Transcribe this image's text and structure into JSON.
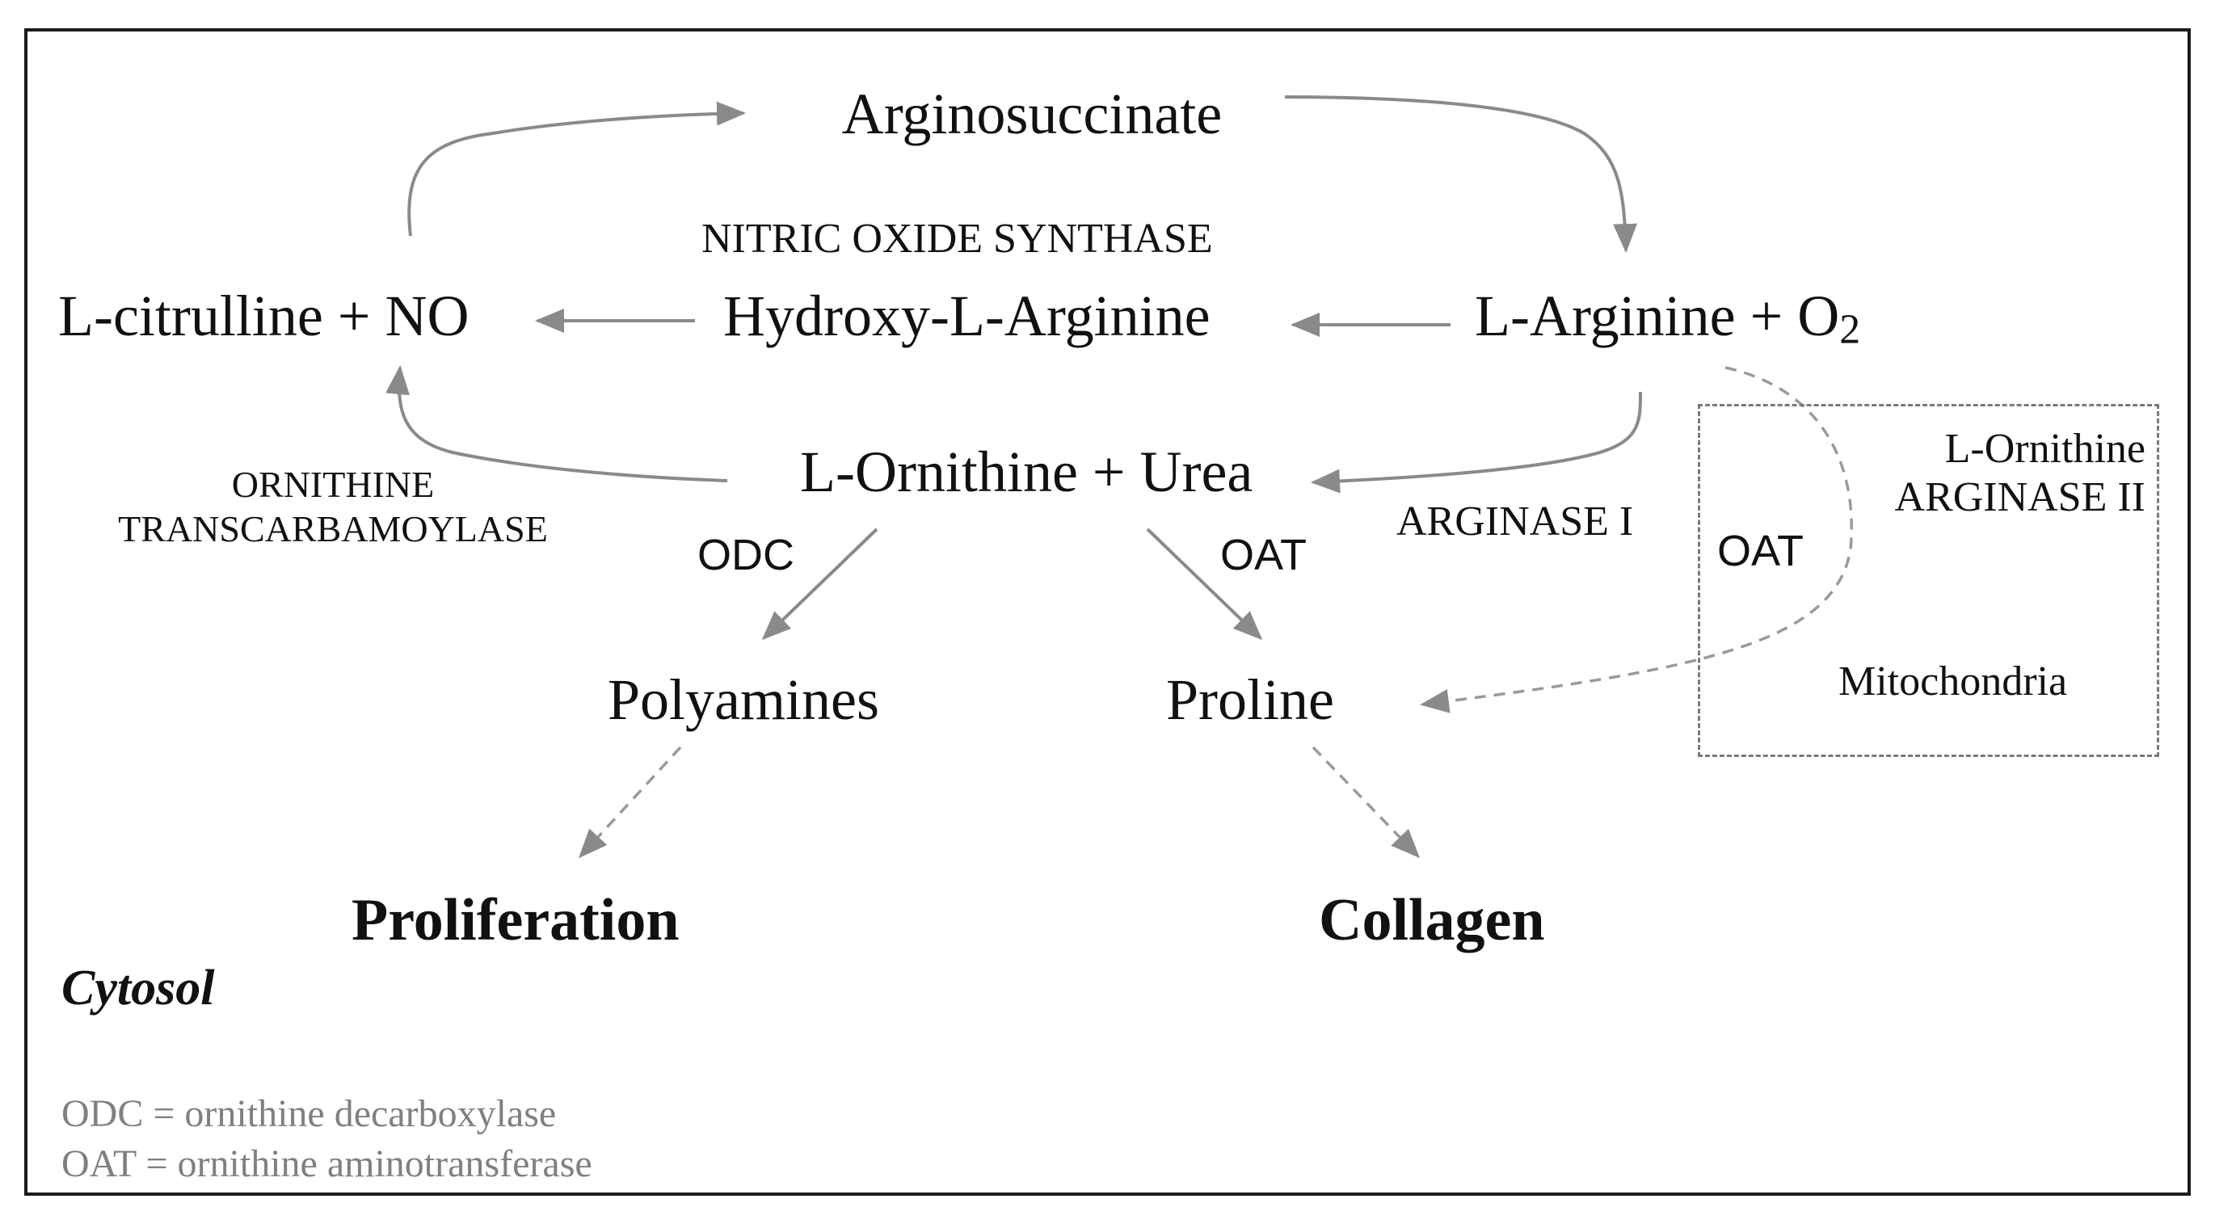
{
  "nodes": {
    "arginosuccinate": "Arginosuccinate",
    "citrulline_no": "L-citrulline + NO",
    "hydroxy_arginine": "Hydroxy-L-Arginine",
    "arginine": "L-Arginine + O",
    "arginine_sub": "2",
    "ornithine_urea": "L-Ornithine + Urea",
    "polyamines": "Polyamines",
    "proline": "Proline",
    "proliferation": "Proliferation",
    "collagen": "Collagen"
  },
  "enzymes": {
    "nos": "NITRIC OXIDE SYNTHASE",
    "otc_line1": "ORNITHINE",
    "otc_line2": "TRANSCARBAMOYLASE",
    "odc": "ODC",
    "oat_cytosol": "OAT",
    "arginase1": "ARGINASE I",
    "oat_mito": "OAT",
    "arginase2_line1": "L-Ornithine",
    "arginase2_line2": "ARGINASE II"
  },
  "compartments": {
    "mitochondria": "Mitochondria",
    "cytosol": "Cytosol"
  },
  "footnotes": {
    "odc": "ODC = ornithine decarboxylase",
    "oat": "OAT = ornithine aminotransferase"
  },
  "colors": {
    "arrow": "#8a8a8a",
    "dashed_arrow": "#9a9a9a",
    "text": "#111111",
    "footnote": "#808080",
    "frame": "#1a1a1a"
  }
}
